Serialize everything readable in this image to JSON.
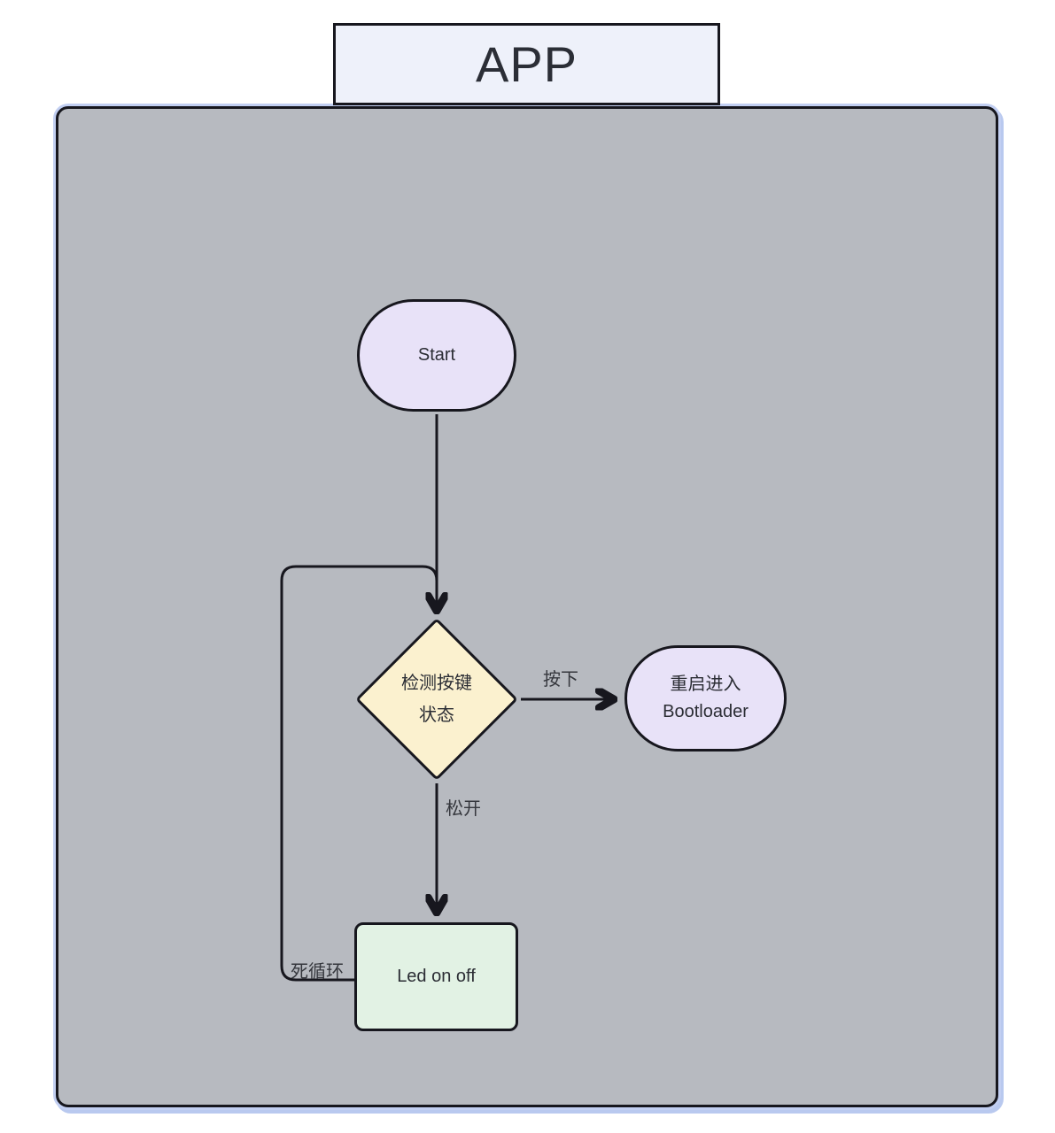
{
  "title": {
    "label": "APP"
  },
  "panel": {
    "fill": "#b7bac0",
    "border_color": "#17171e",
    "glow_color": "#c2cff2",
    "background_page": "#ffffff"
  },
  "nodes": {
    "start": {
      "shape": "stadium",
      "fill": "#e8e2f8",
      "label": "Start"
    },
    "decision": {
      "shape": "diamond",
      "fill": "#fbf1cf",
      "lines": [
        "检测按键",
        "状态"
      ]
    },
    "bootloader": {
      "shape": "stadium",
      "fill": "#e8e2f8",
      "lines": [
        "重启进入",
        "Bootloader"
      ]
    },
    "led": {
      "shape": "rect",
      "fill": "#e2f2e4",
      "label": "Led on off"
    }
  },
  "edges": [
    {
      "from": "start",
      "to": "decision",
      "label": ""
    },
    {
      "from": "decision",
      "to": "bootloader",
      "label": "按下"
    },
    {
      "from": "decision",
      "to": "led",
      "label": "松开"
    },
    {
      "from": "led",
      "to": "decision",
      "label": "死循环"
    }
  ],
  "line_color": "#17171e"
}
